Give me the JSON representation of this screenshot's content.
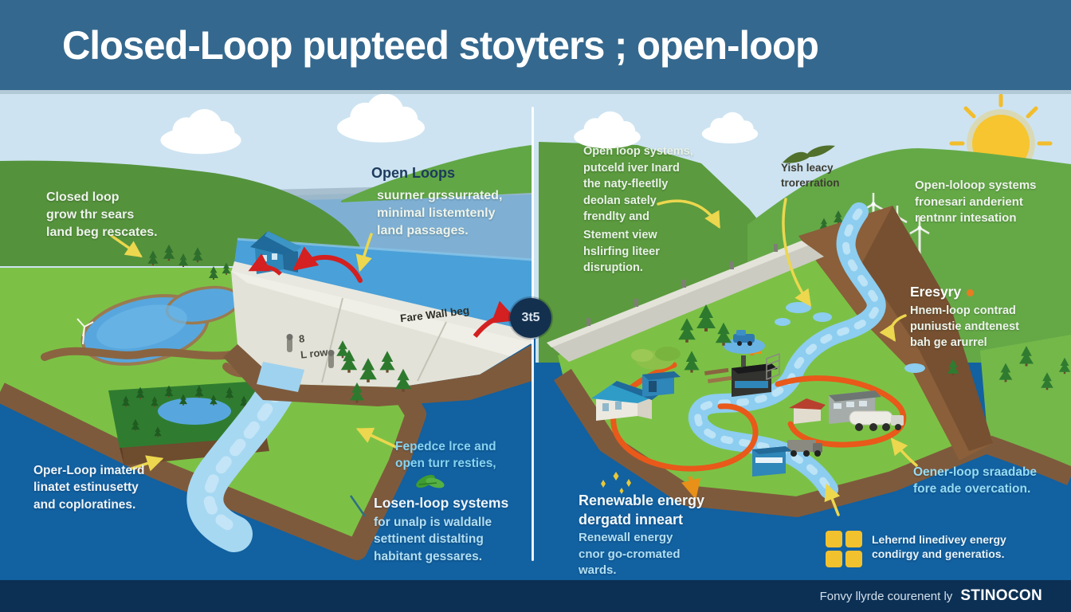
{
  "header": {
    "title": "Closed-Loop pupteed stoyters ; open-loop"
  },
  "labels": {
    "closed_loop": "Closed loop\ngrow thr sears\nland beg rescates.",
    "open_loops_heading": "Open Loops",
    "open_loops_body": "suurner grssurrated,\nminimal listemtenly\nland passages.",
    "open_loop_systems": "Open loop systems,\nputceld iver Inard\nthe naty-fleetlly\ndeolan sately\nfrendlty and",
    "stement": "Stement view\nhslirfing liteer\ndisruption.",
    "bird": "Yish leacy\ntrorerration",
    "open_loloop": "Open-loloop systems\nfronesari anderient\nrentnnr intesation",
    "energy_heading": "Eresyry",
    "energy_body": "Hnem-loop contrad\npuniustie andtenest\nbah ge arurrel",
    "dam_wall": "Fare Wall beg",
    "dam_small": "8\nL row",
    "river": "Fepedce lrce and\nopen turr resties,",
    "losen_heading": "Losen-loop systems",
    "losen_body": "for unalp is waldalle\nsettinent distalting\nhabitant gessares.",
    "imated": "Oper-Loop imaterd\nlinatet estinusetty\nand coploratines.",
    "renewable_heading": "Renewable energy\ndergatd inneart",
    "renewable_body": "Renewall energy\ncnor go-cromated\nwards.",
    "sraadabe": "Oener-loop sraadabe\nfore ade overcation.",
    "legend": "Lehernd linedivey energy\ncondirgy and generatios."
  },
  "badge": {
    "value": "3t5"
  },
  "footer": {
    "credit": "Fonvy llyrde courenent ly",
    "brand": "STINOCON"
  },
  "colors": {
    "header_bg": "#35688e",
    "footer_bg": "#0c3054",
    "water_deep": "#1261a1",
    "water_light": "#8ccdf0",
    "terrain_green": "#7cc145",
    "hill_green": "#5d9c40",
    "earth_brown": "#7e5a3c",
    "pipe_orange": "#e8591a",
    "arrow_yellow": "#ecd74e",
    "arrow_red": "#d42020",
    "sun_yellow": "#f6c52f",
    "badge_bg": "#14304f",
    "legend_swatch": "#f2c12e"
  }
}
